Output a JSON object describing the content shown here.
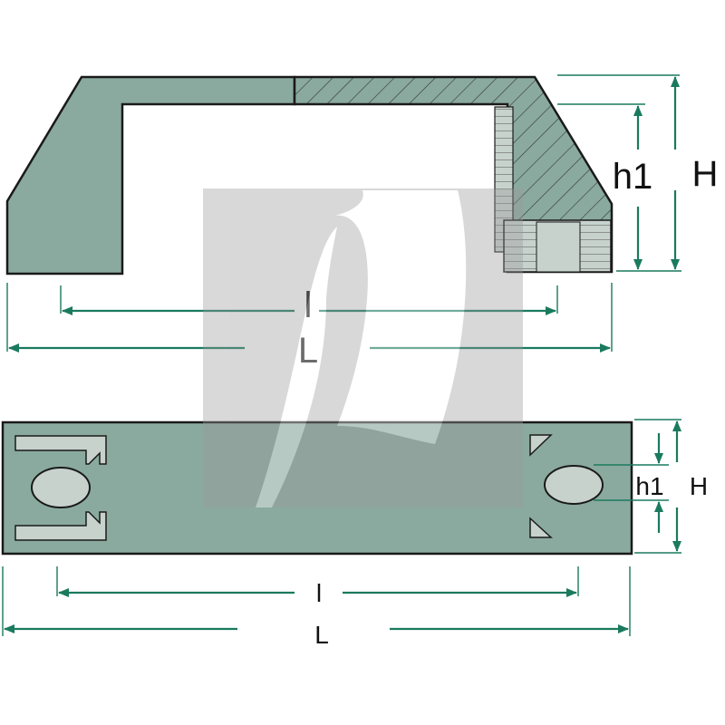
{
  "colors": {
    "body": "#8aaa9f",
    "body_dark": "#77958b",
    "outline": "#1a1a1a",
    "hatch": "#333333",
    "light": "#c7d2cd",
    "dimension": "#1a7a5e",
    "watermark": "#9a9a9a"
  },
  "side_view": {
    "labels": {
      "h1": "h1",
      "H": "H",
      "l": "l",
      "L": "L"
    }
  },
  "top_view": {
    "labels": {
      "h1": "h1",
      "H": "H",
      "l": "l",
      "L": "L"
    }
  },
  "watermark": {
    "icon": "watermark-logo-icon"
  }
}
